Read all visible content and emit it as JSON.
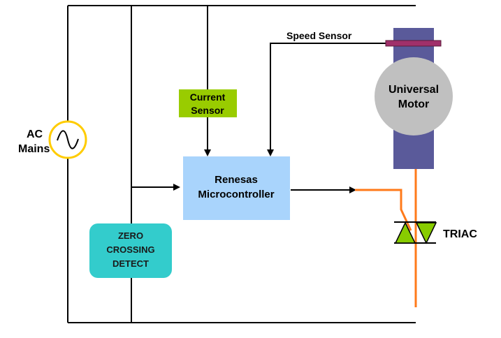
{
  "labels": {
    "ac_mains_line1": "AC",
    "ac_mains_line2": "Mains",
    "current_sensor_line1": "Current",
    "current_sensor_line2": "Sensor",
    "speed_sensor": "Speed Sensor",
    "microcontroller_line1": "Renesas",
    "microcontroller_line2": "Microcontroller",
    "motor_line1": "Universal",
    "motor_line2": "Motor",
    "zero_crossing_line1": "ZERO",
    "zero_crossing_line2": "CROSSING",
    "zero_crossing_line3": "DETECT",
    "triac": "TRIAC"
  },
  "colors": {
    "wire": "#000000",
    "gate_wire": "#ff7a1a",
    "microcontroller_fill": "#a9d4fc",
    "zero_crossing_fill": "#33cccc",
    "current_sensor_fill": "#99cc00",
    "motor_body": "#5a5a9a",
    "motor_rotor": "#c0c0c0",
    "speed_sensor_band": "#a0306a",
    "triac_fill": "#88cc00",
    "ac_source_ring": "#ffcc00"
  }
}
